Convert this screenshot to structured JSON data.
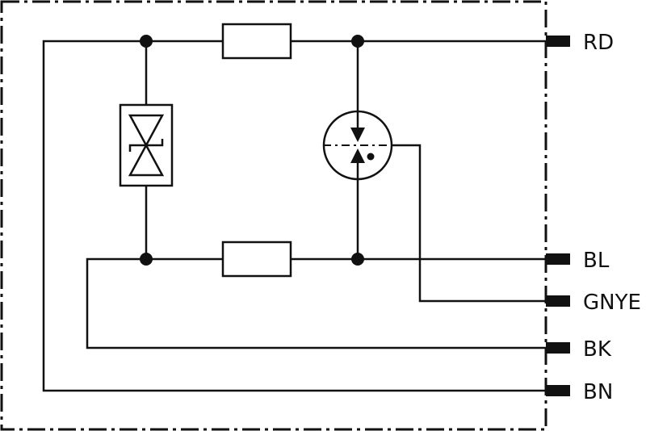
{
  "terminals": [
    {
      "id": "rd",
      "label": "RD"
    },
    {
      "id": "bl",
      "label": "BL"
    },
    {
      "id": "gnye",
      "label": "GNYE"
    },
    {
      "id": "bk",
      "label": "BK"
    },
    {
      "id": "bn",
      "label": "BN"
    }
  ]
}
